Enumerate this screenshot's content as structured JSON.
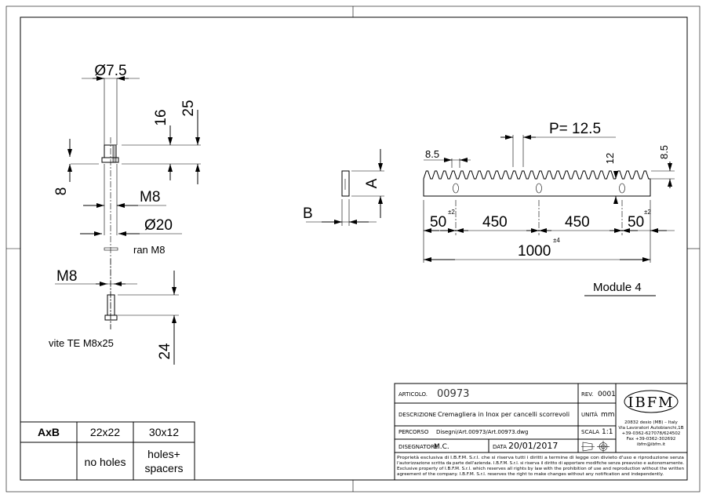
{
  "spacer": {
    "dia_top": "Ø7.5",
    "h16": "16",
    "h25": "25",
    "h8": "8",
    "thread": "M8",
    "dia_bottom": "Ø20"
  },
  "washer": {
    "label": "ran M8"
  },
  "screw": {
    "thread": "M8",
    "length": "24",
    "label": "vite TE M8x25"
  },
  "section": {
    "a": "A",
    "b": "B"
  },
  "rack": {
    "pitch": "P= 12.5",
    "tooth_width": "8.5",
    "hole_height": "12",
    "tooth_height": "8.5",
    "end_left": "50",
    "end_left_tol": "±2",
    "mid_left": "450",
    "mid_right": "450",
    "end_right": "50",
    "end_right_tol": "±2",
    "length": "1000",
    "length_tol": "±4"
  },
  "module_label": "Module 4",
  "axb_table": {
    "header": [
      "AxB",
      "22x22",
      "30x12"
    ],
    "row": [
      "",
      "no holes",
      "holes+",
      "spacers"
    ]
  },
  "title_block": {
    "articolo_label": "ARTICOLO.",
    "articolo": "00973",
    "rev_label": "REV.",
    "rev": "0001",
    "descrizione_label": "DESCRIZIONE",
    "descrizione": "Cremagliera in Inox per cancelli scorrevoli",
    "unita_label": "UNITÀ",
    "unita": "mm",
    "percorso_label": "PERCORSO",
    "percorso": "Disegni/Art.00973/Art.00973.dwg",
    "scala_label": "SCALA",
    "scala": "1:1",
    "disegnatore_label": "DISEGNATORE",
    "disegnatore": "M.C.",
    "data_label": "DATA",
    "data": "20/01/2017",
    "logo": "IBFM",
    "address": [
      "20832 desio (MB) – Italy",
      "Via Lavoratori Autobianchi,1B",
      "+39-0362-627078/624502",
      "Fax +39-0362-302692",
      "ibfm@ibfm.it"
    ],
    "disclaimer": [
      "Proprietà esclusiva di I.B.F.M. S.r.l. che si riserva tutti i diritti a termine di legge con divieto d'uso e riproduzione senza",
      "l'autorizzazione scritta da parte dell'azienda. I.B.F.M. S.r.l. si riserva il diritto di apportare modifiche senza preavviso e autonomamente.",
      "Exclusive property of I.B.F.M. S.r.l. which reserves all rights by law with the prohibition of use and reproduction without the written",
      "agreement of the company. I.B.F.M. S.r.l. reserves the right to make changes without any notification and independently."
    ]
  }
}
